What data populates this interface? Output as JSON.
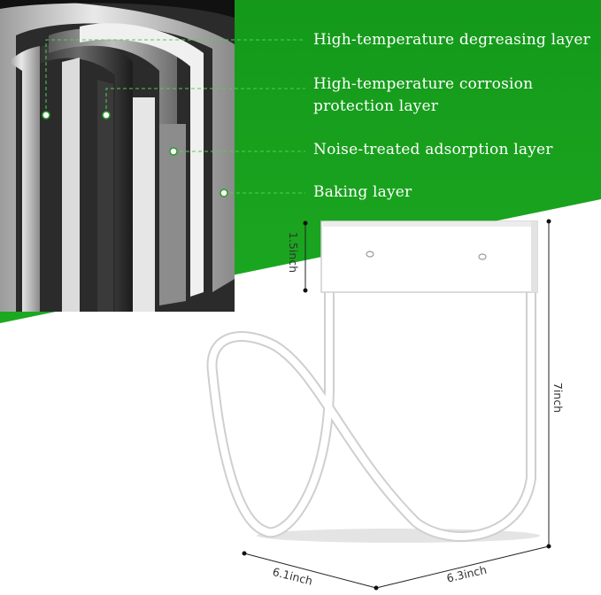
{
  "colors": {
    "green_background": "#17a01c",
    "white": "#ffffff",
    "metal_dark": "#2a2a2a",
    "metal_light": "#d9d9d9",
    "callout_line": "#3cc43c",
    "hanger": "#f4f4f4",
    "dimension_line": "#222222"
  },
  "layers": [
    {
      "label": "High-temperature degreasing layer"
    },
    {
      "label": "High-temperature corrosion\nprotection layer"
    },
    {
      "label": "Noise-treated adsorption layer"
    },
    {
      "label": "Baking layer"
    }
  ],
  "dimensions": {
    "plate_height": "1.5inch",
    "total_height": "7inch",
    "width_left": "6.1inch",
    "width_right": "6.3inch"
  },
  "icons": {
    "metal_cross_section": "layered-metal-tube-illustration",
    "product": "white-u-shaped-hose-hanger"
  }
}
